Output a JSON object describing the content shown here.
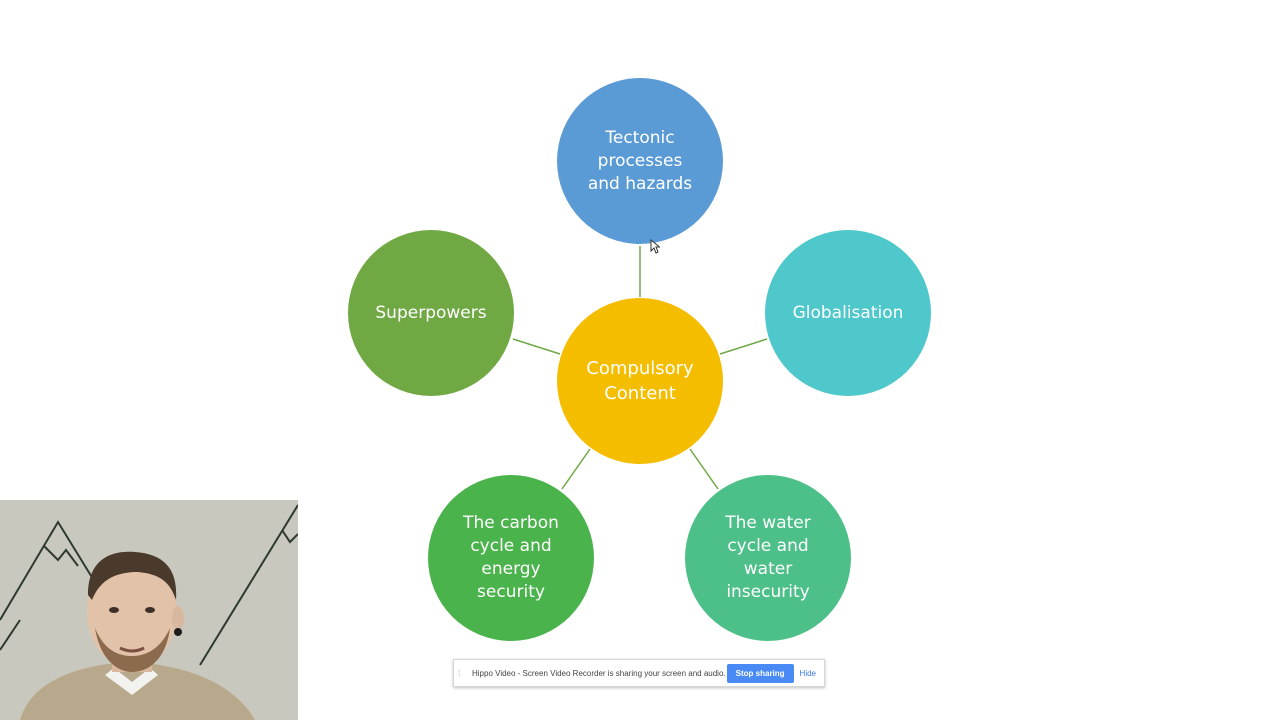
{
  "diagram": {
    "center": {
      "lines": [
        "Compulsory",
        "Content"
      ],
      "color": "#f5bd00"
    },
    "nodes": [
      {
        "id": "tectonic",
        "lines": [
          "Tectonic",
          "processes",
          "and hazards"
        ],
        "color": "#5b9bd5"
      },
      {
        "id": "globalisation",
        "lines": [
          "Globalisation"
        ],
        "color": "#4fc8cb"
      },
      {
        "id": "water",
        "lines": [
          "The water",
          "cycle and",
          "water",
          "insecurity"
        ],
        "color": "#4cc088"
      },
      {
        "id": "carbon",
        "lines": [
          "The carbon",
          "cycle and",
          "energy",
          "security"
        ],
        "color": "#4ab34b"
      },
      {
        "id": "superpowers",
        "lines": [
          "Superpowers"
        ],
        "color": "#70a844"
      }
    ],
    "connector_color": "#70a844"
  },
  "sharebar": {
    "grip": "⁞",
    "message": "Hippo Video - Screen Video Recorder is sharing your screen and audio.",
    "stop_label": "Stop sharing",
    "hide_label": "Hide"
  },
  "webcam": {
    "wall_color": "#c9c8be",
    "sweater_color": "#b9a98c"
  }
}
